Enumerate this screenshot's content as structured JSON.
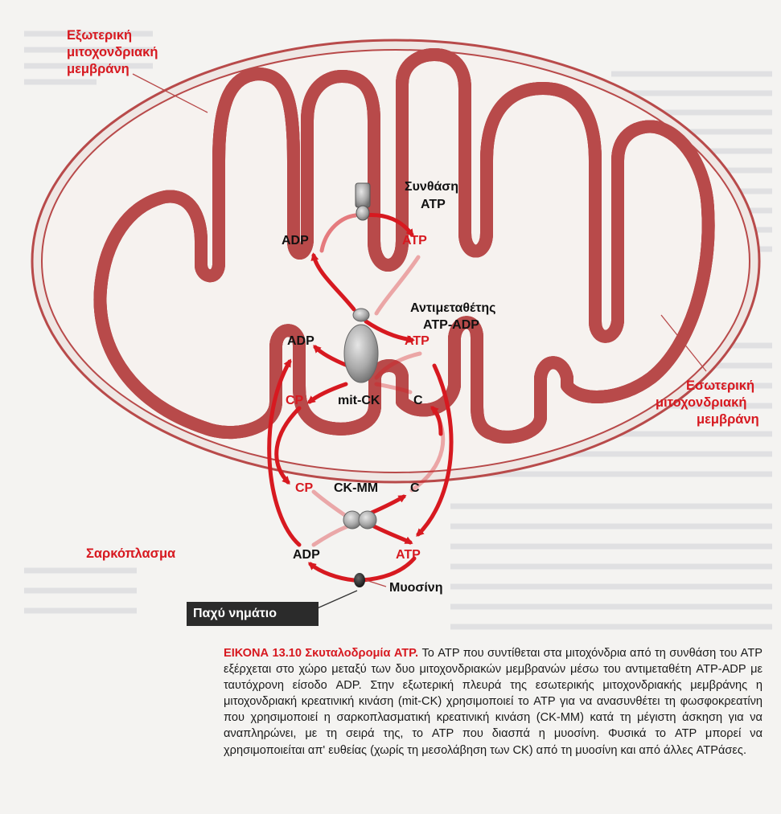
{
  "labels": {
    "outer_membrane": [
      "Εξωτερική",
      "μιτοχονδριακή",
      "μεμβράνη"
    ],
    "inner_membrane": [
      "Εσωτερική",
      "μιτοχονδριακή",
      "μεμβράνη"
    ],
    "atp_synthase": [
      "Συνθάση",
      "ATP"
    ],
    "translocase": [
      "Αντιμεταθέτης",
      "ATP-ADP"
    ],
    "adp_top": "ADP",
    "atp_top": "ATP",
    "adp_mid": "ADP",
    "atp_mid": "ATP",
    "cp_upper": "CP",
    "mit_ck": "mit-CK",
    "c_upper": "C",
    "cp_lower": "CP",
    "ck_mm": "CK-MM",
    "c_lower": "C",
    "adp_bottom": "ADP",
    "atp_bottom": "ATP",
    "myosin": "Μυοσίνη",
    "sarcoplasm": "Σαρκόπλασμα",
    "thick_filament": "Παχύ νημάτιο"
  },
  "caption": {
    "title": "ΕΙΚΟΝΑ 13.10 Σκυταλοδρομία ATP.",
    "body": " Το ATP που συντίθεται στα μιτοχόνδρια από τη συνθάση του ATP εξέρχεται στο χώρο μεταξύ των δυο μιτοχονδριακών μεμβρανών μέσω του αντιμεταθέτη ATP-ADP με ταυτόχρονη είσοδο ADP. Στην εξωτερική πλευρά της εσωτερικής μιτοχονδριακής μεμβράνης η μιτοχονδριακή κρεατινική κινάση (mit-CK) χρησιμοποιεί το ATP για να ανασυνθέτει τη φωσφοκρεατίνη που χρησιμοποιεί η σαρκοπλασματική κρεατινική κινάση (CK-MM) κατά τη μέγιστη άσκηση για να αναπληρώνει, με τη σειρά της, το ATP που διασπά η μυοσίνη. Φυσικά το ATP μπορεί να χρησιμοποιείται απ' ευθείας (χωρίς τη μεσολάβηση των CK) από τη μυοσίνη και από άλλες ATPάσες."
  },
  "colors": {
    "accent_red": "#d71920",
    "membrane_fill": "#ede2df",
    "membrane_stroke": "#b84a4a",
    "enzyme_gray": "#a9a9a9"
  }
}
